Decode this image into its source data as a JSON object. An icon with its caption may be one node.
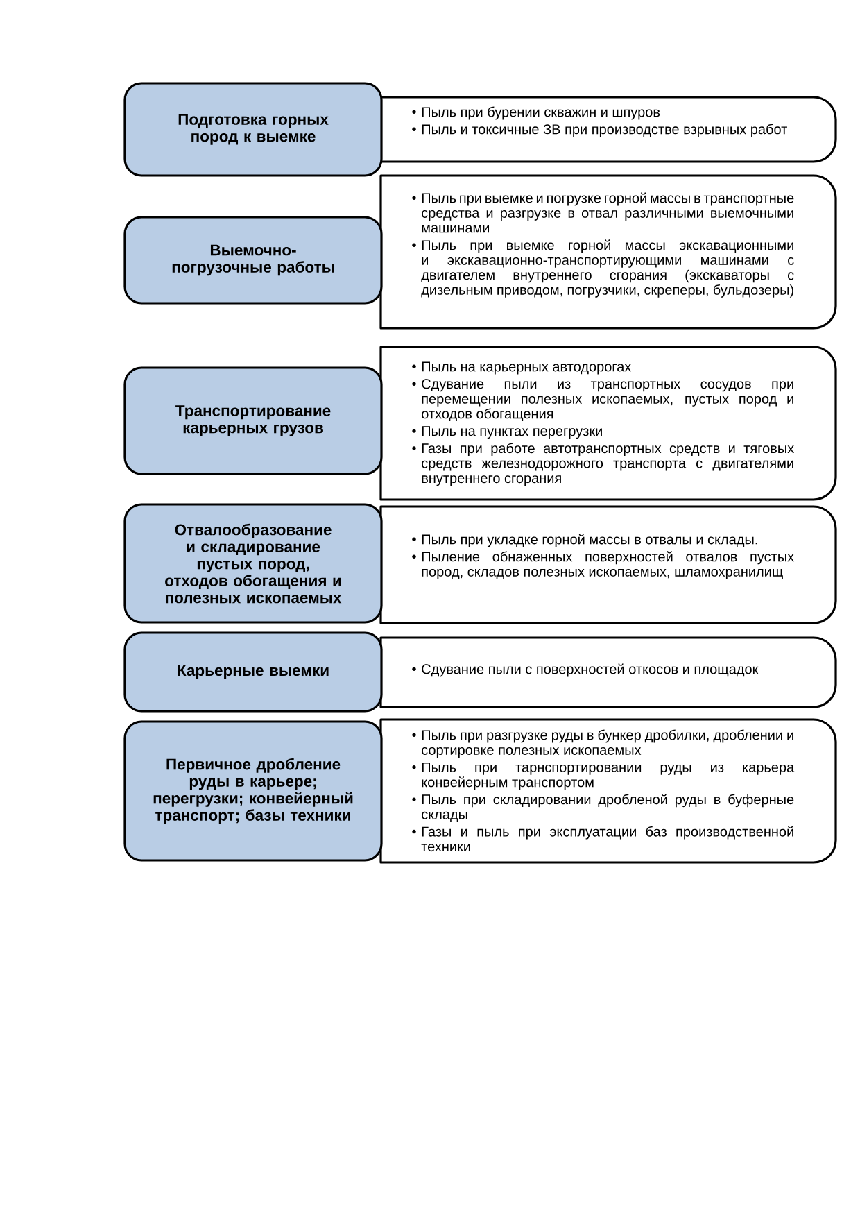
{
  "diagram": {
    "nodes": [
      {
        "text": [
          "Подготовка горных пород к выемке"
        ]
      },
      {
        "text": [
          "Пыль при бурении скважин и шпуров",
          "Пыль и токсичные ЗВ при производстве взрывных работ"
        ]
      },
      {
        "text": [
          "Выемочно-погрузочные работы"
        ]
      },
      {
        "text": [
          "Пыль при выемке и погрузке горной массы в транспортные средства и разгрузке в отвал различными выемочными машинами",
          "Пыль при выемке горной массы экскавационными и экскавационно-транспортирующими машинами с двигателем внутреннего сгорания (экскаваторы с дизельным приводом, погрузчики, скреперы, бульдозеры)"
        ]
      },
      {
        "text": [
          "Транспортирование карьерных грузов"
        ]
      },
      {
        "text": [
          "Пыль на карьерных автодорогах",
          "Сдувание пыли из транспортных сосудов при перемещении полезных ископаемых, пустых пород и отходов обогащения",
          "Пыль на пунктах перегрузки",
          "Газы при работе автотранспортных средств и тяговых средств железнодорожного транспорта с двигателями внутреннего сгорания"
        ]
      },
      {
        "text": [
          "Отвалообразование и складирование пустых пород, отходов обогащения и полезных ископаемых"
        ]
      },
      {
        "text": [
          "Пыль при укладке горной массы в отвалы и склады.",
          "Пыление обнаженных поверхностей отвалов пустых пород, складов полезных ископаемых, шламохранилищ"
        ]
      },
      {
        "text": [
          "Карьерные выемки"
        ]
      },
      {
        "text": [
          "Сдувание пыли с поверхностей откосов и площадок"
        ]
      },
      {
        "text": [
          "Первичное дробление руды в карьере; перегрузки; конвейерный транспорт; базы техники"
        ]
      },
      {
        "text": [
          "Пыль при разгрузке руды в бункер дробилки, дроблении и сортировке полезных ископаемых",
          "Пыль при тарнспортировании руды из карьера конвейерным транспортом",
          "Пыль при складировании дробленой руды в буферные склады",
          "Газы и пыль при эксплуатации баз производственной техники"
        ]
      }
    ]
  }
}
